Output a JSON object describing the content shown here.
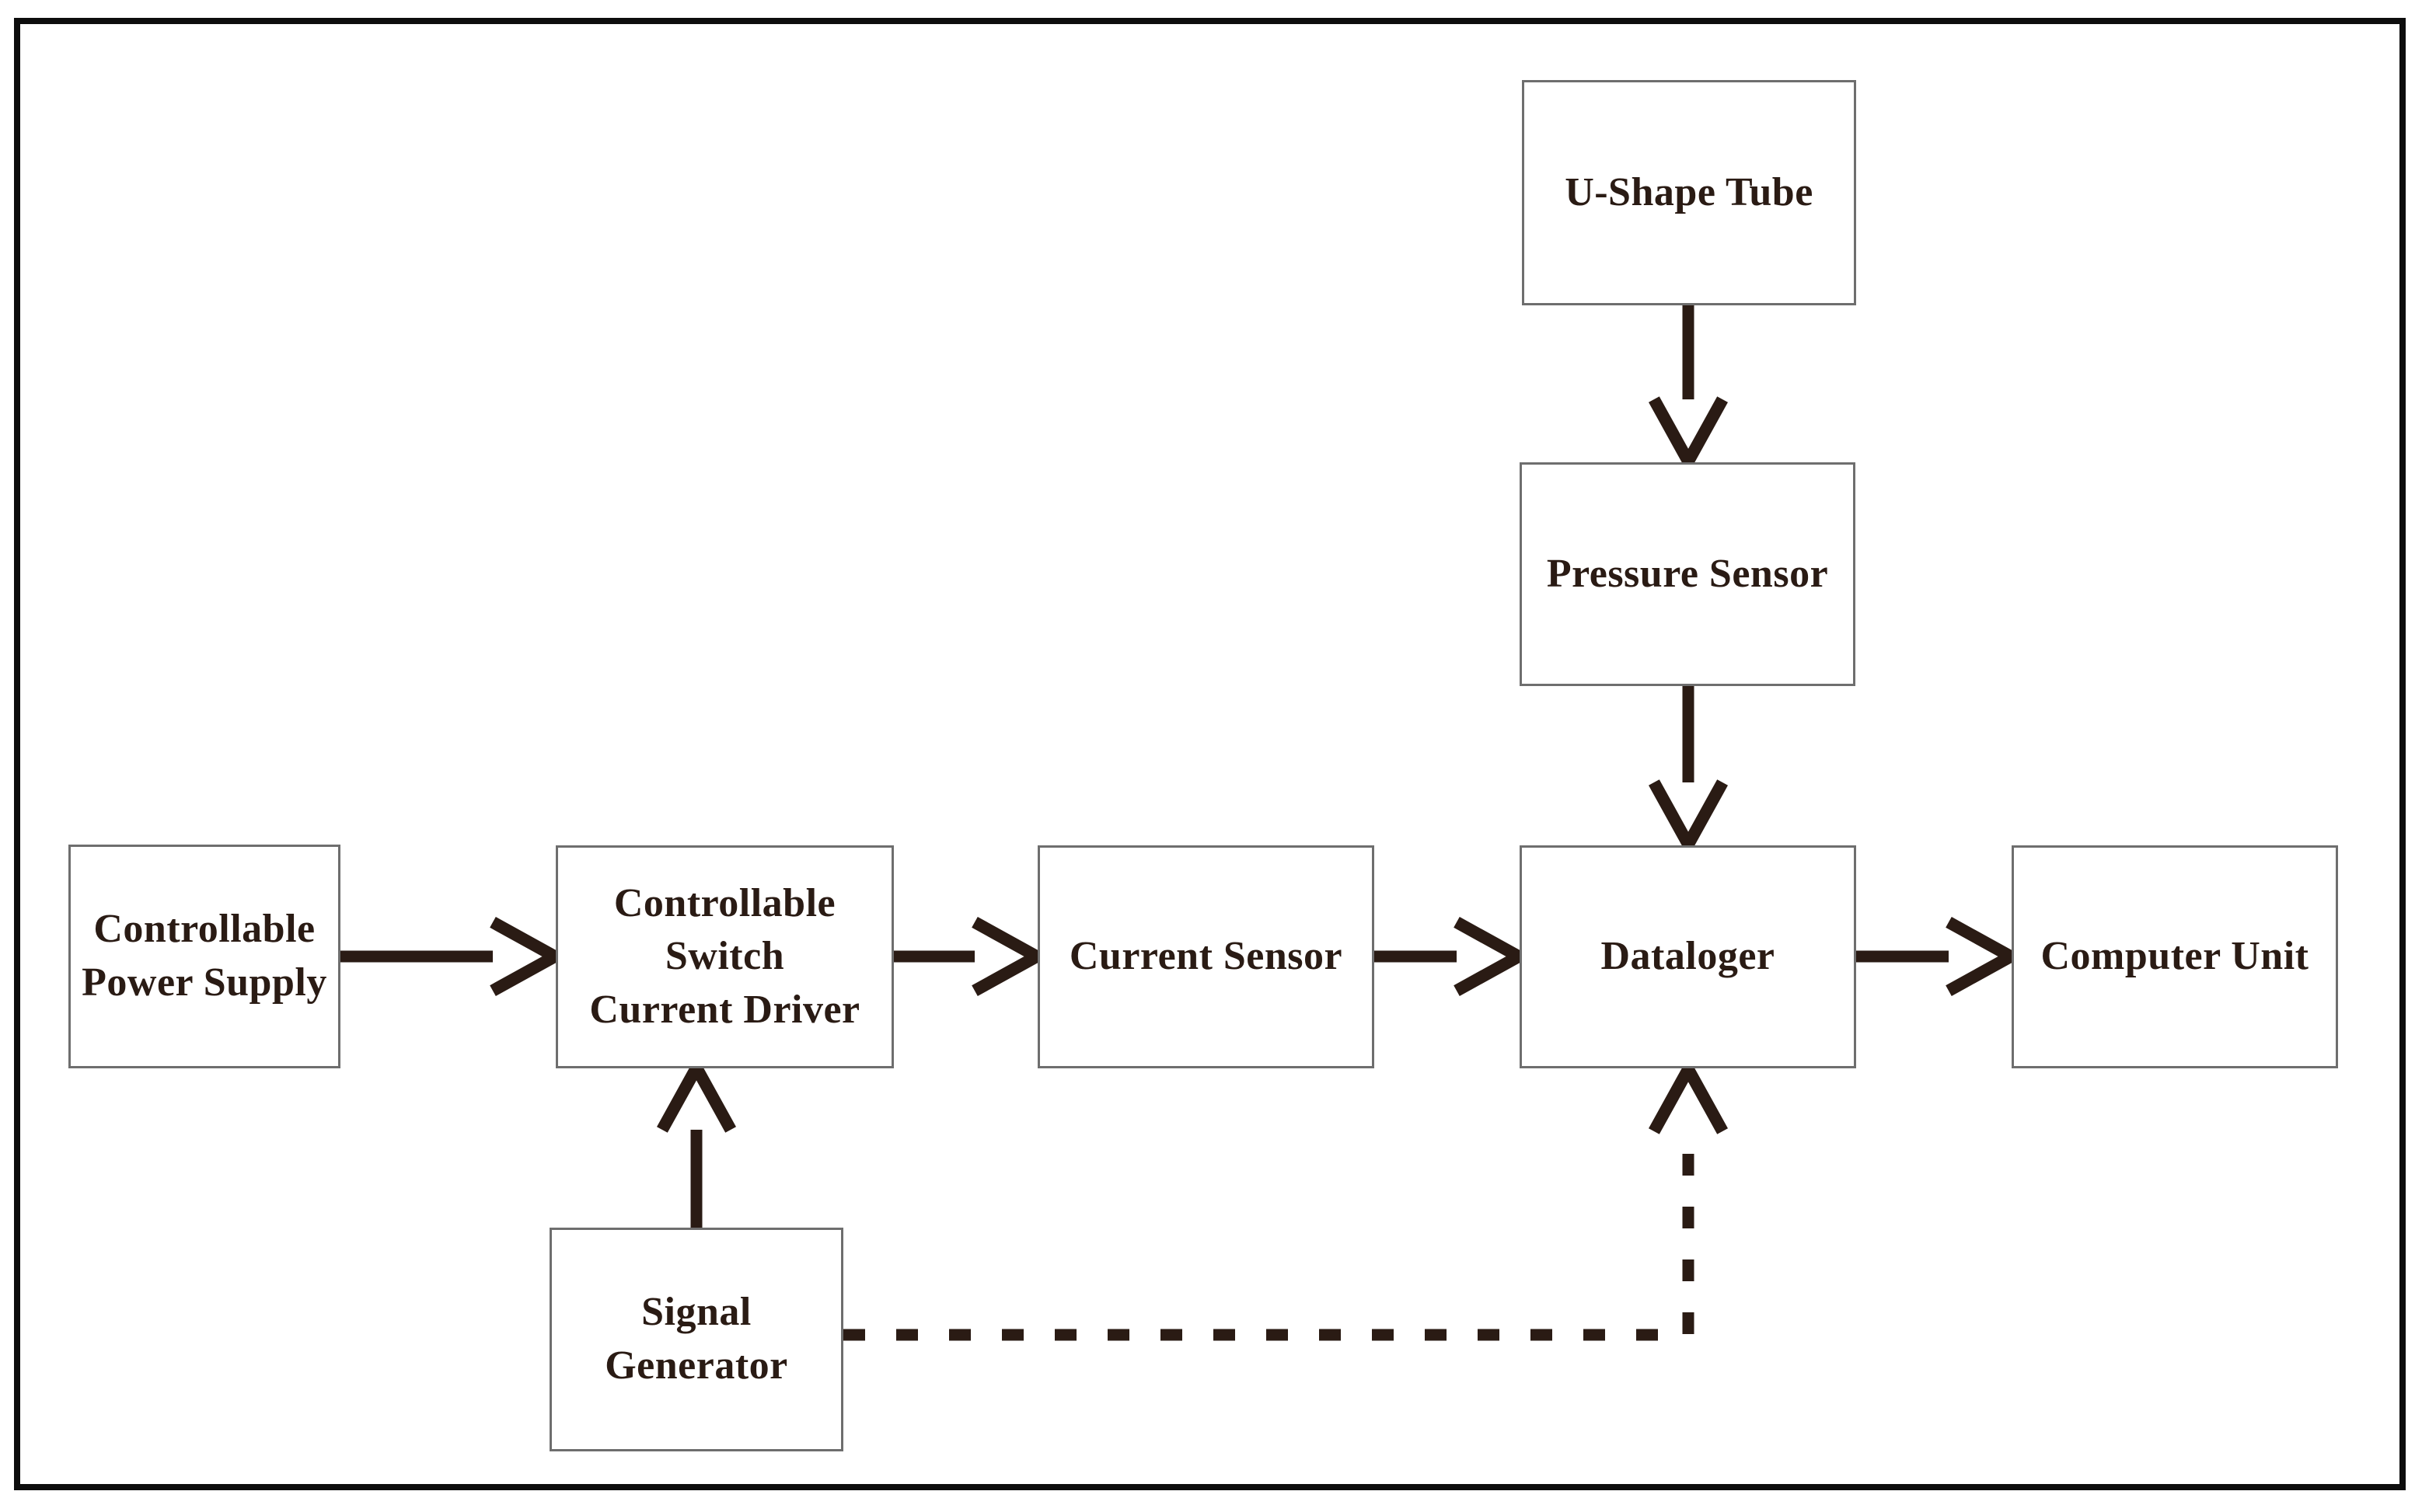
{
  "figure": {
    "type": "block-diagram",
    "background": "#ffffff",
    "frame_color": "#0d0d0d",
    "box_border_color": "#6e6e6e",
    "ink_color": "#2a1b14"
  },
  "nodes": [
    {
      "id": "u-shape-tube",
      "label": "U-Shape Tube"
    },
    {
      "id": "pressure-sensor",
      "label": "Pressure Sensor"
    },
    {
      "id": "controllable-power-supply",
      "label": "Controllable\nPower Supply"
    },
    {
      "id": "controllable-switch-current-driver",
      "label": "Controllable\nSwitch\nCurrent Driver"
    },
    {
      "id": "current-sensor",
      "label": "Current Sensor"
    },
    {
      "id": "dataloger",
      "label": "Dataloger"
    },
    {
      "id": "computer-unit",
      "label": "Computer Unit"
    },
    {
      "id": "signal-generator",
      "label": "Signal\nGenerator"
    }
  ],
  "edges": [
    {
      "from": "u-shape-tube",
      "to": "pressure-sensor",
      "style": "solid",
      "direction": "down"
    },
    {
      "from": "pressure-sensor",
      "to": "dataloger",
      "style": "solid",
      "direction": "down"
    },
    {
      "from": "controllable-power-supply",
      "to": "controllable-switch-current-driver",
      "style": "solid",
      "direction": "right"
    },
    {
      "from": "controllable-switch-current-driver",
      "to": "current-sensor",
      "style": "solid",
      "direction": "right"
    },
    {
      "from": "current-sensor",
      "to": "dataloger",
      "style": "solid",
      "direction": "right"
    },
    {
      "from": "dataloger",
      "to": "computer-unit",
      "style": "solid",
      "direction": "right"
    },
    {
      "from": "signal-generator",
      "to": "controllable-switch-current-driver",
      "style": "solid",
      "direction": "up"
    },
    {
      "from": "signal-generator",
      "to": "dataloger",
      "style": "dashed",
      "direction": "right-then-up"
    }
  ]
}
